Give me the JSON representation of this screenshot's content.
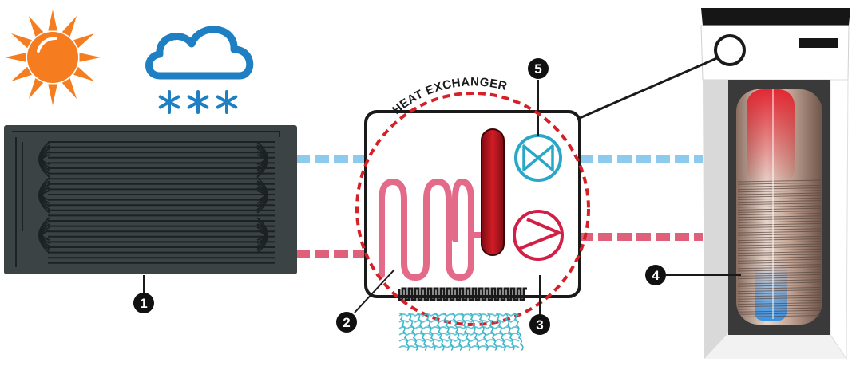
{
  "labels": {
    "heat_exchanger": "HEAT EXCHANGER"
  },
  "callouts": {
    "n1": "1",
    "n2": "2",
    "n3": "3",
    "n4": "4",
    "n5": "5"
  },
  "icons": {
    "sun": "sun-icon",
    "snow_cloud": "snow-cloud-icon",
    "valve": "expansion-valve-icon",
    "pump": "compressor-icon"
  },
  "colors": {
    "sun": "#F57C1F",
    "cloud": "#1E7FC3",
    "cold_pipe": "#8EC9EE",
    "hot_pipe": "#E0607A",
    "condenser_red": "#B3141E",
    "valve_teal": "#2AA7C8",
    "pump_red": "#D21F47",
    "dashed_circle": "#D42026",
    "panel": "#3B4344"
  }
}
